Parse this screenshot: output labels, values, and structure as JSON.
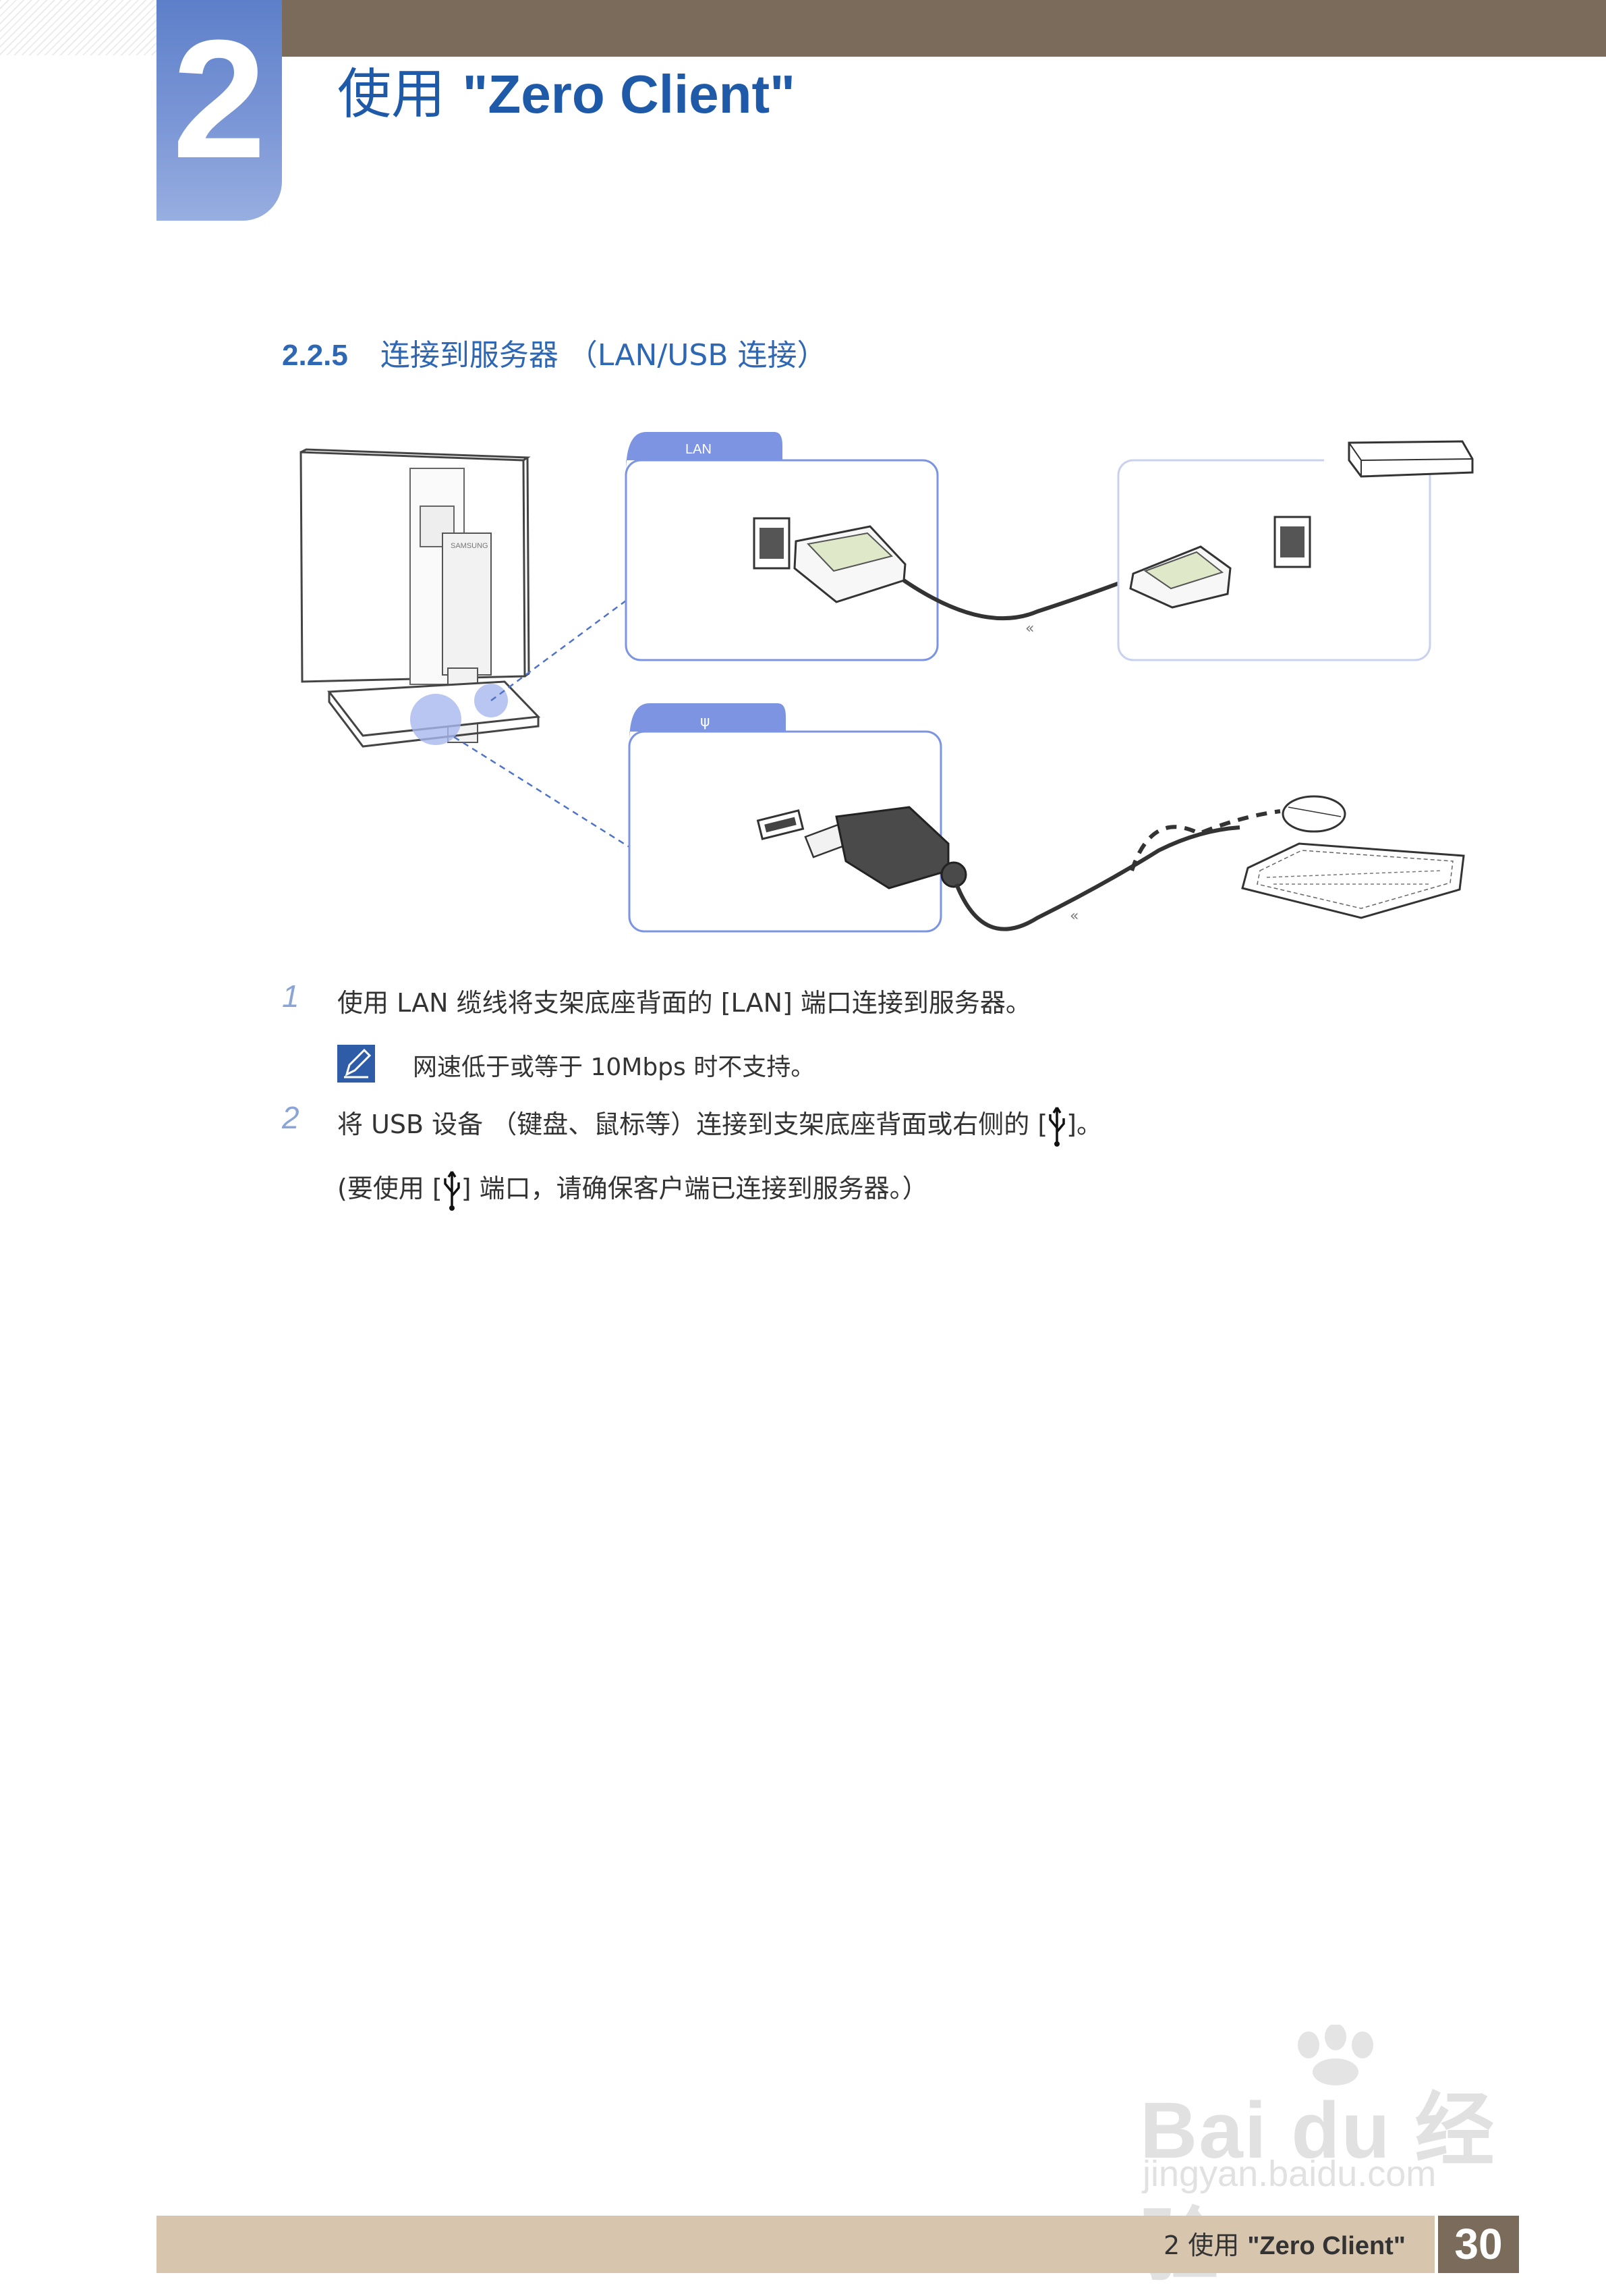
{
  "header": {
    "chapter_number": "2",
    "chapter_title_prefix": "使用 ",
    "chapter_title_name": "\"Zero Client\""
  },
  "section": {
    "number": "2.2.5",
    "title": "连接到服务器 （LAN/USB 连接）"
  },
  "figure": {
    "lan_tab_label": "LAN",
    "usb_tab_symbol": "ψ",
    "monitor_brand": "SAMSUNG"
  },
  "steps": [
    {
      "num": "1",
      "text": "使用 LAN 缆线将支架底座背面的 [LAN] 端口连接到服务器。"
    },
    {
      "num": "2",
      "text_before": "将 USB 设备 （键盘、鼠标等）连接到支架底座背面或右侧的 [",
      "text_after": "]。"
    }
  ],
  "note": {
    "text": "网速低于或等于 10Mbps 时不支持。"
  },
  "sub_note": {
    "before": "(要使用 [",
    "after": "] 端口，请确保客户端已连接到服务器。）"
  },
  "footer": {
    "chapter_label": "2 使用 ",
    "chapter_name": "\"Zero Client\"",
    "page_number": "30"
  },
  "watermark": {
    "brand": "Bai du 经验",
    "url": "jingyan.baidu.com"
  }
}
